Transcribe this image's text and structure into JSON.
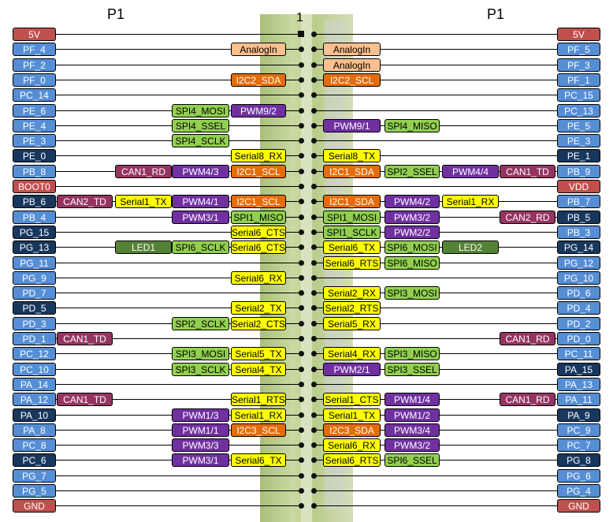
{
  "header": {
    "left_title": "P1",
    "right_title": "P1",
    "pin_one": "1"
  },
  "colors": {
    "power": "#c0504d",
    "pin_light": "#558ed5",
    "pin_dark": "#17375e",
    "analog": "#fac090",
    "i2c": "#e46c0a",
    "spi": "#92d050",
    "pwm": "#7030a0",
    "serial": "#ffff00",
    "can": "#953461",
    "led": "#548235"
  },
  "rows": [
    {
      "left": {
        "pin": "5V",
        "pc": "power"
      },
      "right": {
        "pin": "5V",
        "pc": "power"
      }
    },
    {
      "left": {
        "pin": "PF_4",
        "pc": "light",
        "funcs": [
          {
            "t": "AnalogIn",
            "c": "analog"
          }
        ]
      },
      "right": {
        "pin": "PF_5",
        "pc": "light",
        "funcs": [
          {
            "t": "AnalogIn",
            "c": "analog"
          }
        ]
      }
    },
    {
      "left": {
        "pin": "PF_2",
        "pc": "light"
      },
      "right": {
        "pin": "PF_3",
        "pc": "light",
        "funcs": [
          {
            "t": "AnalogIn",
            "c": "analog"
          }
        ]
      }
    },
    {
      "left": {
        "pin": "PF_0",
        "pc": "light",
        "funcs": [
          {
            "t": "I2C2_SDA",
            "c": "i2c"
          }
        ]
      },
      "right": {
        "pin": "PF_1",
        "pc": "light",
        "funcs": [
          {
            "t": "I2C2_SCL",
            "c": "i2c"
          }
        ]
      }
    },
    {
      "left": {
        "pin": "PC_14",
        "pc": "light"
      },
      "right": {
        "pin": "PC_15",
        "pc": "light"
      }
    },
    {
      "left": {
        "pin": "PE_6",
        "pc": "light",
        "funcs": [
          {
            "t": "PWM9/2",
            "c": "pwm"
          },
          {
            "t": "SPI4_MOSI",
            "c": "spi"
          }
        ]
      },
      "right": {
        "pin": "PC_13",
        "pc": "light"
      }
    },
    {
      "left": {
        "pin": "PE_4",
        "pc": "light",
        "funcs": [
          null,
          {
            "t": "SPI4_SSEL",
            "c": "spi"
          }
        ]
      },
      "right": {
        "pin": "PE_5",
        "pc": "light",
        "funcs": [
          {
            "t": "PWM9/1",
            "c": "pwm"
          },
          {
            "t": "SPI4_MISO",
            "c": "spi"
          }
        ]
      }
    },
    {
      "left": {
        "pin": "PE_3",
        "pc": "light",
        "funcs": [
          null,
          {
            "t": "SPI4_SCLK",
            "c": "spi"
          }
        ]
      },
      "right": {
        "pin": "PE_3",
        "pc": "light"
      }
    },
    {
      "left": {
        "pin": "PE_0",
        "pc": "dark",
        "funcs": [
          {
            "t": "Serial8_RX",
            "c": "serial"
          }
        ]
      },
      "right": {
        "pin": "PE_1",
        "pc": "dark",
        "funcs": [
          {
            "t": "Serial8_TX",
            "c": "serial"
          }
        ]
      }
    },
    {
      "left": {
        "pin": "PB_8",
        "pc": "light",
        "funcs": [
          {
            "t": "I2C1_SCL",
            "c": "i2c"
          },
          {
            "t": "PWM4/3",
            "c": "pwm"
          },
          {
            "t": "CAN1_RD",
            "c": "can"
          }
        ]
      },
      "right": {
        "pin": "PB_9",
        "pc": "light",
        "funcs": [
          {
            "t": "I2C1_SDA",
            "c": "i2c"
          },
          {
            "t": "SPI2_SSEL",
            "c": "spi"
          },
          {
            "t": "PWM4/4",
            "c": "pwm"
          },
          {
            "t": "CAN1_TD",
            "c": "can"
          }
        ]
      }
    },
    {
      "left": {
        "pin": "BOOT0",
        "pc": "power"
      },
      "right": {
        "pin": "VDD",
        "pc": "power"
      }
    },
    {
      "left": {
        "pin": "PB_6",
        "pc": "dark",
        "funcs": [
          {
            "t": "I2C1_SCL",
            "c": "i2c"
          },
          {
            "t": "PWM4/1",
            "c": "pwm"
          },
          {
            "t": "Serial1_TX",
            "c": "serial"
          },
          {
            "t": "CAN2_TD",
            "c": "can"
          }
        ]
      },
      "right": {
        "pin": "PB_7",
        "pc": "light",
        "funcs": [
          {
            "t": "I2C1_SDA",
            "c": "i2c"
          },
          {
            "t": "PWM4/2",
            "c": "pwm"
          },
          {
            "t": "Serial1_RX",
            "c": "serial"
          }
        ]
      }
    },
    {
      "left": {
        "pin": "PB_4",
        "pc": "light",
        "funcs": [
          {
            "t": "SPI1_MISO",
            "c": "spi"
          },
          {
            "t": "PWM3/1",
            "c": "pwm"
          }
        ]
      },
      "right": {
        "pin": "PB_5",
        "pc": "dark",
        "funcs": [
          {
            "t": "SPI1_MOSI",
            "c": "spi"
          },
          {
            "t": "PWM3/2",
            "c": "pwm"
          },
          null,
          {
            "t": "CAN2_RD",
            "c": "can"
          }
        ]
      }
    },
    {
      "left": {
        "pin": "PG_15",
        "pc": "dark",
        "funcs": [
          {
            "t": "Serial6_CTS",
            "c": "serial"
          }
        ]
      },
      "right": {
        "pin": "PB_3",
        "pc": "light",
        "funcs": [
          {
            "t": "SPI1_SCLK",
            "c": "spi"
          },
          {
            "t": "PWM2/2",
            "c": "pwm"
          }
        ]
      }
    },
    {
      "left": {
        "pin": "PG_13",
        "pc": "dark",
        "funcs": [
          {
            "t": "Serial6_CTS",
            "c": "serial"
          },
          {
            "t": "SPI6_SCLK",
            "c": "spi"
          },
          {
            "t": "LED1",
            "c": "led"
          }
        ]
      },
      "right": {
        "pin": "PG_14",
        "pc": "dark",
        "funcs": [
          {
            "t": "Serial6_TX",
            "c": "serial"
          },
          {
            "t": "SPI6_MOSI",
            "c": "spi"
          },
          {
            "t": "LED2",
            "c": "led"
          }
        ]
      }
    },
    {
      "left": {
        "pin": "PG_11",
        "pc": "light"
      },
      "right": {
        "pin": "PG_12",
        "pc": "light",
        "funcs": [
          {
            "t": "Serial6_RTS",
            "c": "serial"
          },
          {
            "t": "SPI6_MISO",
            "c": "spi"
          }
        ]
      }
    },
    {
      "left": {
        "pin": "PG_9",
        "pc": "light",
        "funcs": [
          {
            "t": "Serial6_RX",
            "c": "serial"
          }
        ]
      },
      "right": {
        "pin": "PG_10",
        "pc": "light"
      }
    },
    {
      "left": {
        "pin": "PD_7",
        "pc": "light"
      },
      "right": {
        "pin": "PD_6",
        "pc": "light",
        "funcs": [
          {
            "t": "Serial2_RX",
            "c": "serial"
          },
          {
            "t": "SPI3_MOSI",
            "c": "spi"
          }
        ]
      }
    },
    {
      "left": {
        "pin": "PD_5",
        "pc": "dark",
        "funcs": [
          {
            "t": "Serial2_TX",
            "c": "serial"
          }
        ]
      },
      "right": {
        "pin": "PD_4",
        "pc": "light",
        "funcs": [
          {
            "t": "Serial2_RTS",
            "c": "serial"
          }
        ]
      }
    },
    {
      "left": {
        "pin": "PD_3",
        "pc": "light",
        "funcs": [
          {
            "t": "Serial2_CTS",
            "c": "serial"
          },
          {
            "t": "SPI2_SCLK",
            "c": "spi"
          }
        ]
      },
      "right": {
        "pin": "PD_2",
        "pc": "light",
        "funcs": [
          {
            "t": "Serial5_RX",
            "c": "serial"
          }
        ]
      }
    },
    {
      "left": {
        "pin": "PD_1",
        "pc": "light",
        "funcs": [
          null,
          null,
          null,
          {
            "t": "CAN1_TD",
            "c": "can"
          }
        ]
      },
      "right": {
        "pin": "PD_0",
        "pc": "light",
        "funcs": [
          null,
          null,
          null,
          {
            "t": "CAN1_RD",
            "c": "can"
          }
        ]
      }
    },
    {
      "left": {
        "pin": "PC_12",
        "pc": "light",
        "funcs": [
          {
            "t": "Serial5_TX",
            "c": "serial"
          },
          {
            "t": "SPI3_MOSI",
            "c": "spi"
          }
        ]
      },
      "right": {
        "pin": "PC_11",
        "pc": "light",
        "funcs": [
          {
            "t": "Serial4_RX",
            "c": "serial"
          },
          {
            "t": "SPI3_MISO",
            "c": "spi"
          }
        ]
      }
    },
    {
      "left": {
        "pin": "PC_10",
        "pc": "light",
        "funcs": [
          {
            "t": "Serial4_TX",
            "c": "serial"
          },
          {
            "t": "SPI3_SCLK",
            "c": "spi"
          }
        ]
      },
      "right": {
        "pin": "PA_15",
        "pc": "dark",
        "funcs": [
          {
            "t": "PWM2/1",
            "c": "pwm"
          },
          {
            "t": "SPI3_SSEL",
            "c": "spi"
          }
        ]
      }
    },
    {
      "left": {
        "pin": "PA_14",
        "pc": "light"
      },
      "right": {
        "pin": "PA_13",
        "pc": "light"
      }
    },
    {
      "left": {
        "pin": "PA_12",
        "pc": "light",
        "funcs": [
          {
            "t": "Serial1_RTS",
            "c": "serial"
          },
          null,
          null,
          {
            "t": "CAN1_TD",
            "c": "can"
          }
        ]
      },
      "right": {
        "pin": "PA_11",
        "pc": "light",
        "funcs": [
          {
            "t": "Serial1_CTS",
            "c": "serial"
          },
          {
            "t": "PWM1/4",
            "c": "pwm"
          },
          null,
          {
            "t": "CAN1_RD",
            "c": "can"
          }
        ]
      }
    },
    {
      "left": {
        "pin": "PA_10",
        "pc": "dark",
        "funcs": [
          {
            "t": "Serial1_RX",
            "c": "serial"
          },
          {
            "t": "PWM1/3",
            "c": "pwm"
          }
        ]
      },
      "right": {
        "pin": "PA_9",
        "pc": "dark",
        "funcs": [
          {
            "t": "Serial1_TX",
            "c": "serial"
          },
          {
            "t": "PWM1/2",
            "c": "pwm"
          }
        ]
      }
    },
    {
      "left": {
        "pin": "PA_8",
        "pc": "light",
        "funcs": [
          {
            "t": "I2C3_SCL",
            "c": "i2c"
          },
          {
            "t": "PWM1/1",
            "c": "pwm"
          }
        ]
      },
      "right": {
        "pin": "PC_9",
        "pc": "light",
        "funcs": [
          {
            "t": "I2C3_SDA",
            "c": "i2c"
          },
          {
            "t": "PWM3/4",
            "c": "pwm"
          }
        ]
      }
    },
    {
      "left": {
        "pin": "PC_8",
        "pc": "light",
        "funcs": [
          null,
          {
            "t": "PWM3/3",
            "c": "pwm"
          }
        ]
      },
      "right": {
        "pin": "PC_7",
        "pc": "light",
        "funcs": [
          {
            "t": "Serial6_RX",
            "c": "serial"
          },
          {
            "t": "PWM3/2",
            "c": "pwm"
          }
        ]
      }
    },
    {
      "left": {
        "pin": "PC_6",
        "pc": "dark",
        "funcs": [
          {
            "t": "Serial6_TX",
            "c": "serial"
          },
          {
            "t": "PWM3/1",
            "c": "pwm"
          }
        ]
      },
      "right": {
        "pin": "PG_8",
        "pc": "dark",
        "funcs": [
          {
            "t": "Serial6_RTS",
            "c": "serial"
          },
          {
            "t": "SPI6_SSEL",
            "c": "spi"
          }
        ]
      }
    },
    {
      "left": {
        "pin": "PG_7",
        "pc": "light"
      },
      "right": {
        "pin": "PG_6",
        "pc": "light"
      }
    },
    {
      "left": {
        "pin": "PG_5",
        "pc": "light"
      },
      "right": {
        "pin": "PG_4",
        "pc": "light"
      }
    },
    {
      "left": {
        "pin": "GND",
        "pc": "power"
      },
      "right": {
        "pin": "GND",
        "pc": "power"
      }
    }
  ]
}
